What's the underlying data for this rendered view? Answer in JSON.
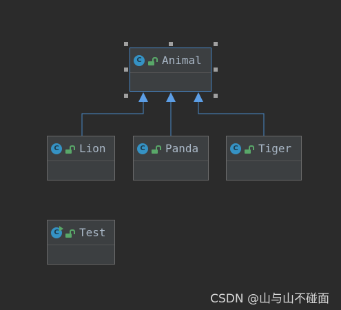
{
  "diagram": {
    "classes": [
      {
        "id": "animal",
        "name": "Animal",
        "kind": "class",
        "icon": "class-icon",
        "visibility": "public",
        "selected": true
      },
      {
        "id": "lion",
        "name": "Lion",
        "kind": "class",
        "icon": "class-icon",
        "visibility": "public",
        "selected": false
      },
      {
        "id": "panda",
        "name": "Panda",
        "kind": "class",
        "icon": "class-icon",
        "visibility": "public",
        "selected": false
      },
      {
        "id": "tiger",
        "name": "Tiger",
        "kind": "class",
        "icon": "class-icon",
        "visibility": "public",
        "selected": false
      },
      {
        "id": "test",
        "name": "Test",
        "kind": "runnable-class",
        "icon": "runnable-class-icon",
        "visibility": "public",
        "selected": false
      }
    ],
    "relations": [
      {
        "from": "lion",
        "to": "animal",
        "type": "inheritance"
      },
      {
        "from": "panda",
        "to": "animal",
        "type": "inheritance"
      },
      {
        "from": "tiger",
        "to": "animal",
        "type": "inheritance"
      }
    ],
    "class_icon_letter": "C"
  },
  "watermark": {
    "text": "CSDN @山与山不碰面"
  },
  "colors": {
    "background": "#2b2b2b",
    "node_fill": "#3c3f41",
    "node_border": "#6b6b6b",
    "selection_border": "#4a88c7",
    "edge": "#4a88c7",
    "arrowhead": "#5c9ee6",
    "class_icon": "#3592c4",
    "public_lock": "#59a869",
    "class_name_text": "#a9b7c6"
  }
}
